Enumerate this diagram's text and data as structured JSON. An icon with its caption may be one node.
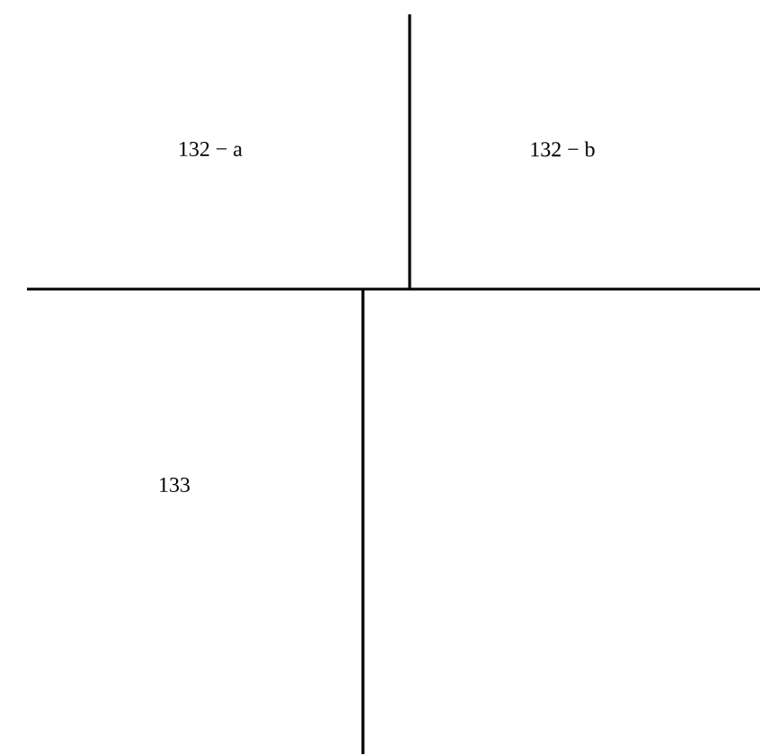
{
  "diagram": {
    "labels": [
      "132 − a",
      "132 − b",
      "133"
    ]
  }
}
